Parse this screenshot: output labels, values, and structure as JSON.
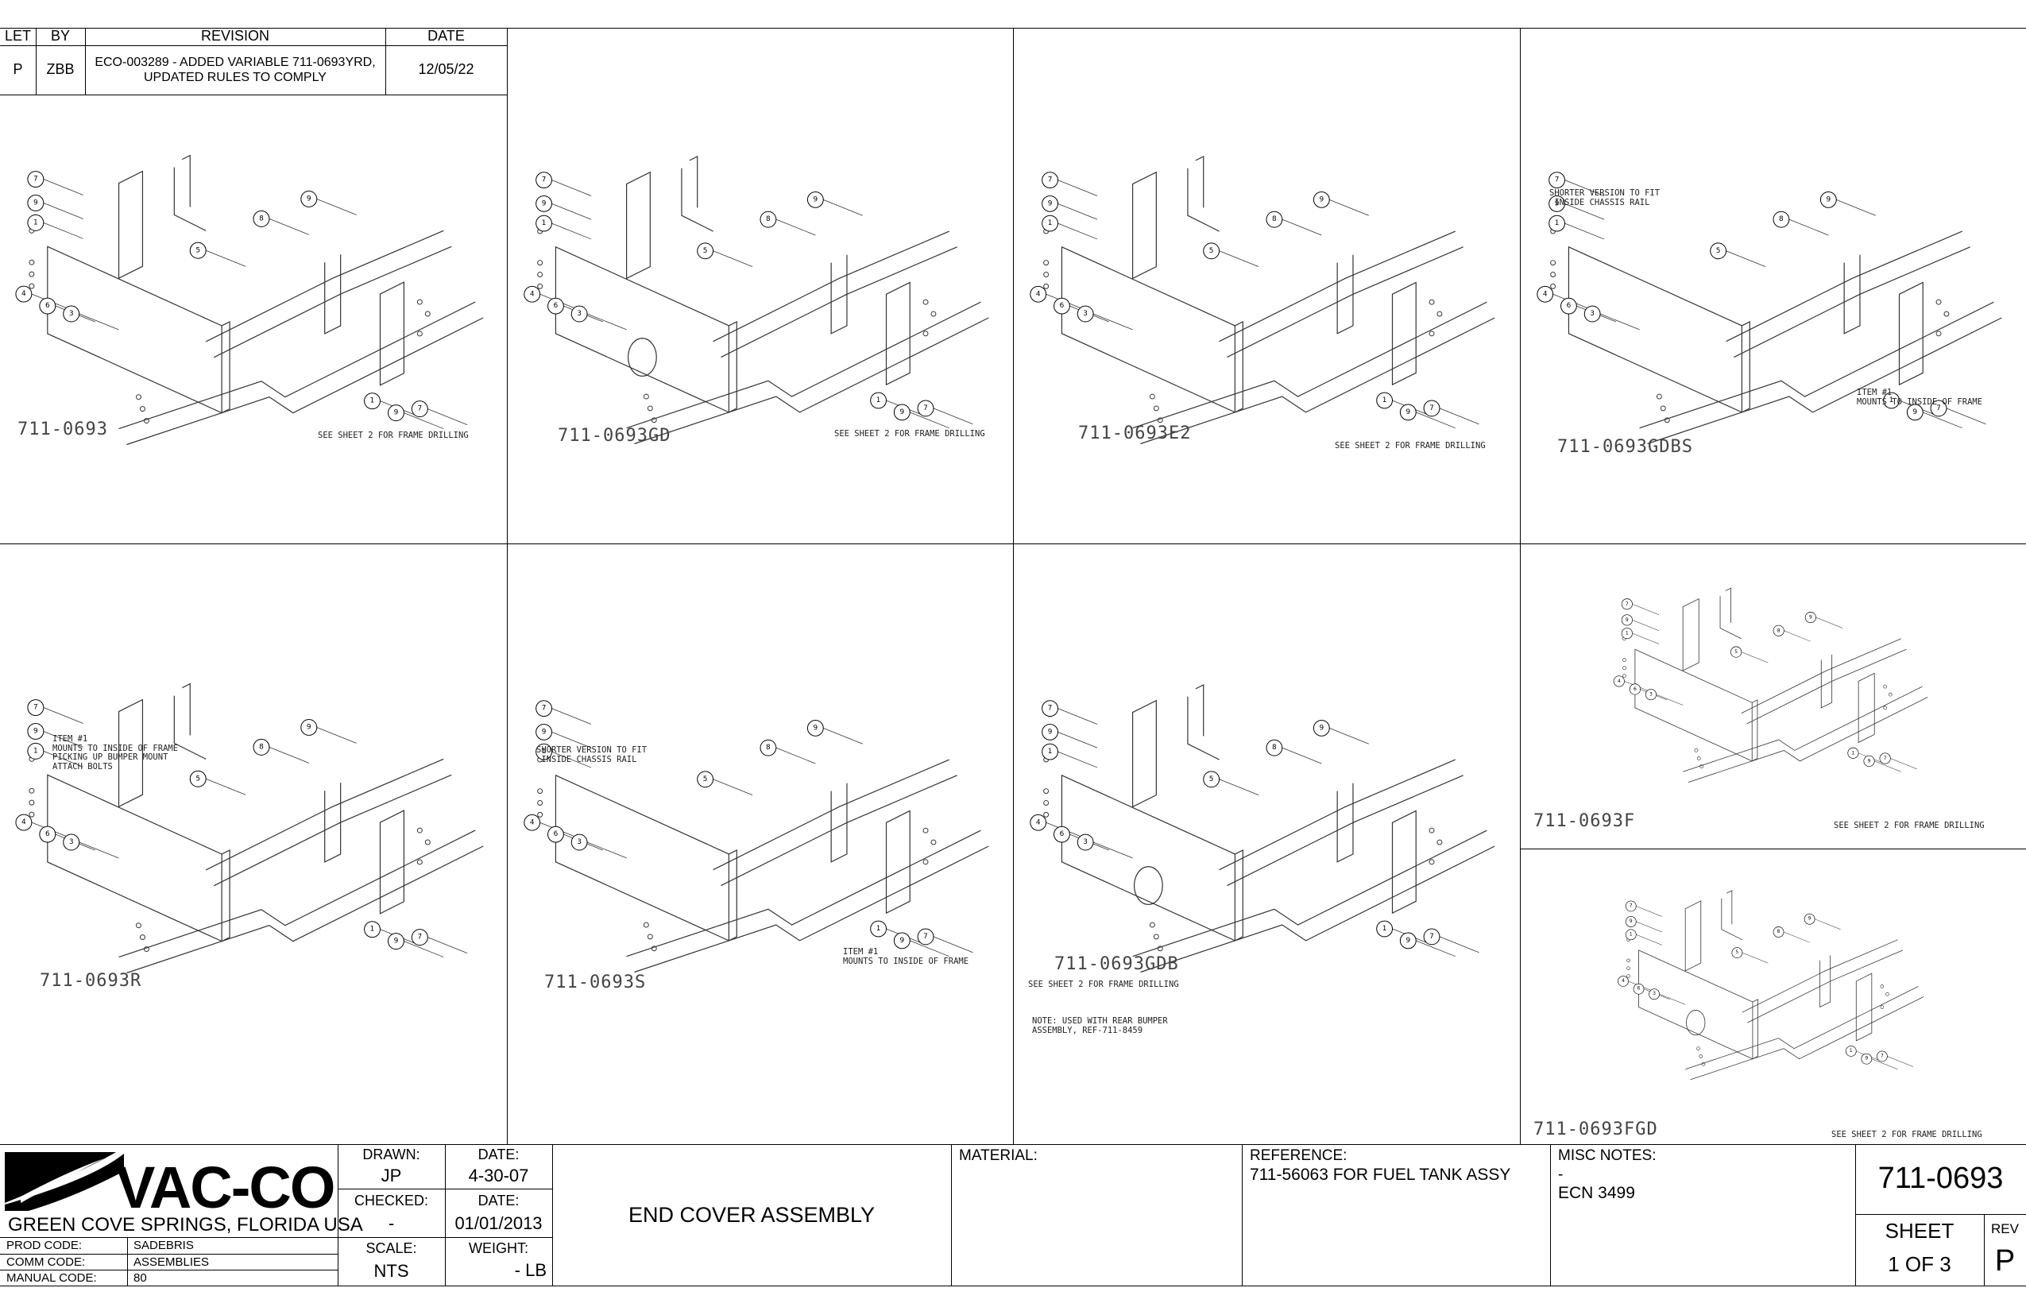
{
  "revision_block": {
    "headers": {
      "let": "LET",
      "by": "BY",
      "revision": "REVISION",
      "date": "DATE"
    },
    "row": {
      "let": "P",
      "by": "ZBB",
      "revision": "ECO-003289 - ADDED VARIABLE 711-0693YRD, UPDATED RULES TO COMPLY",
      "date": "12/05/22"
    }
  },
  "views": [
    {
      "part": "711-0693",
      "notes": [
        "SEE SHEET 2 FOR FRAME DRILLING"
      ]
    },
    {
      "part": "711-0693GD",
      "notes": [
        "SEE SHEET 2 FOR FRAME DRILLING"
      ]
    },
    {
      "part": "711-0693E2",
      "notes": [
        "SEE SHEET 2 FOR FRAME DRILLING"
      ]
    },
    {
      "part": "711-0693GDBS",
      "notes": [
        "SHORTER VERSION TO FIT\n INSIDE CHASSIS RAIL",
        "ITEM #1\nMOUNTS TO INSIDE OF FRAME"
      ]
    },
    {
      "part": "711-0693R",
      "notes": [
        "ITEM #1\nMOUNTS TO INSIDE OF FRAME\nPICKING UP BUMPER MOUNT\nATTACH BOLTS"
      ]
    },
    {
      "part": "711-0693S",
      "notes": [
        "SHORTER VERSION TO FIT\n INSIDE CHASSIS RAIL",
        "ITEM #1\nMOUNTS TO INSIDE OF FRAME"
      ]
    },
    {
      "part": "711-0693GDB",
      "notes": [
        "SEE SHEET 2 FOR FRAME DRILLING",
        "NOTE: USED WITH REAR BUMPER\nASSEMBLY, REF-711-8459"
      ]
    },
    {
      "part": "711-0693F",
      "notes": [
        "SEE SHEET 2 FOR FRAME DRILLING"
      ]
    },
    {
      "part": "711-0693FGD",
      "notes": [
        "SEE SHEET 2 FOR FRAME DRILLING"
      ]
    }
  ],
  "balloon_labels": [
    "1",
    "3",
    "4",
    "5",
    "6",
    "7",
    "8",
    "9"
  ],
  "title_block": {
    "company": {
      "logo_text": "VAC-CON",
      "location": "GREEN COVE SPRINGS, FLORIDA USA"
    },
    "codes": [
      {
        "label": "PROD CODE:",
        "value": "SADEBRIS"
      },
      {
        "label": "COMM CODE:",
        "value": "ASSEMBLIES"
      },
      {
        "label": "MANUAL CODE:",
        "value": "80"
      }
    ],
    "drawn": {
      "label": "DRAWN:",
      "value": "JP"
    },
    "drawn_date": {
      "label": "DATE:",
      "value": "4-30-07"
    },
    "checked": {
      "label": "CHECKED:",
      "value": "-"
    },
    "checked_date": {
      "label": "DATE:",
      "value": "01/01/2013"
    },
    "scale": {
      "label": "SCALE:",
      "value": "NTS"
    },
    "weight": {
      "label": "WEIGHT:",
      "value": "- LB"
    },
    "title": "END COVER ASSEMBLY",
    "material": {
      "label": "MATERIAL:",
      "value": ""
    },
    "reference": {
      "label": "REFERENCE:",
      "value": "711-56063 FOR FUEL TANK ASSY"
    },
    "misc_notes": {
      "label": "MISC NOTES:",
      "line1": "-",
      "line2": "ECN 3499"
    },
    "part_number": "711-0693",
    "sheet": {
      "label": "SHEET",
      "value": "1 OF 3"
    },
    "rev": {
      "label": "REV",
      "value": "P"
    }
  },
  "colors": {
    "line": "#000000",
    "drawing": "#333333",
    "paper": "#ffffff"
  }
}
